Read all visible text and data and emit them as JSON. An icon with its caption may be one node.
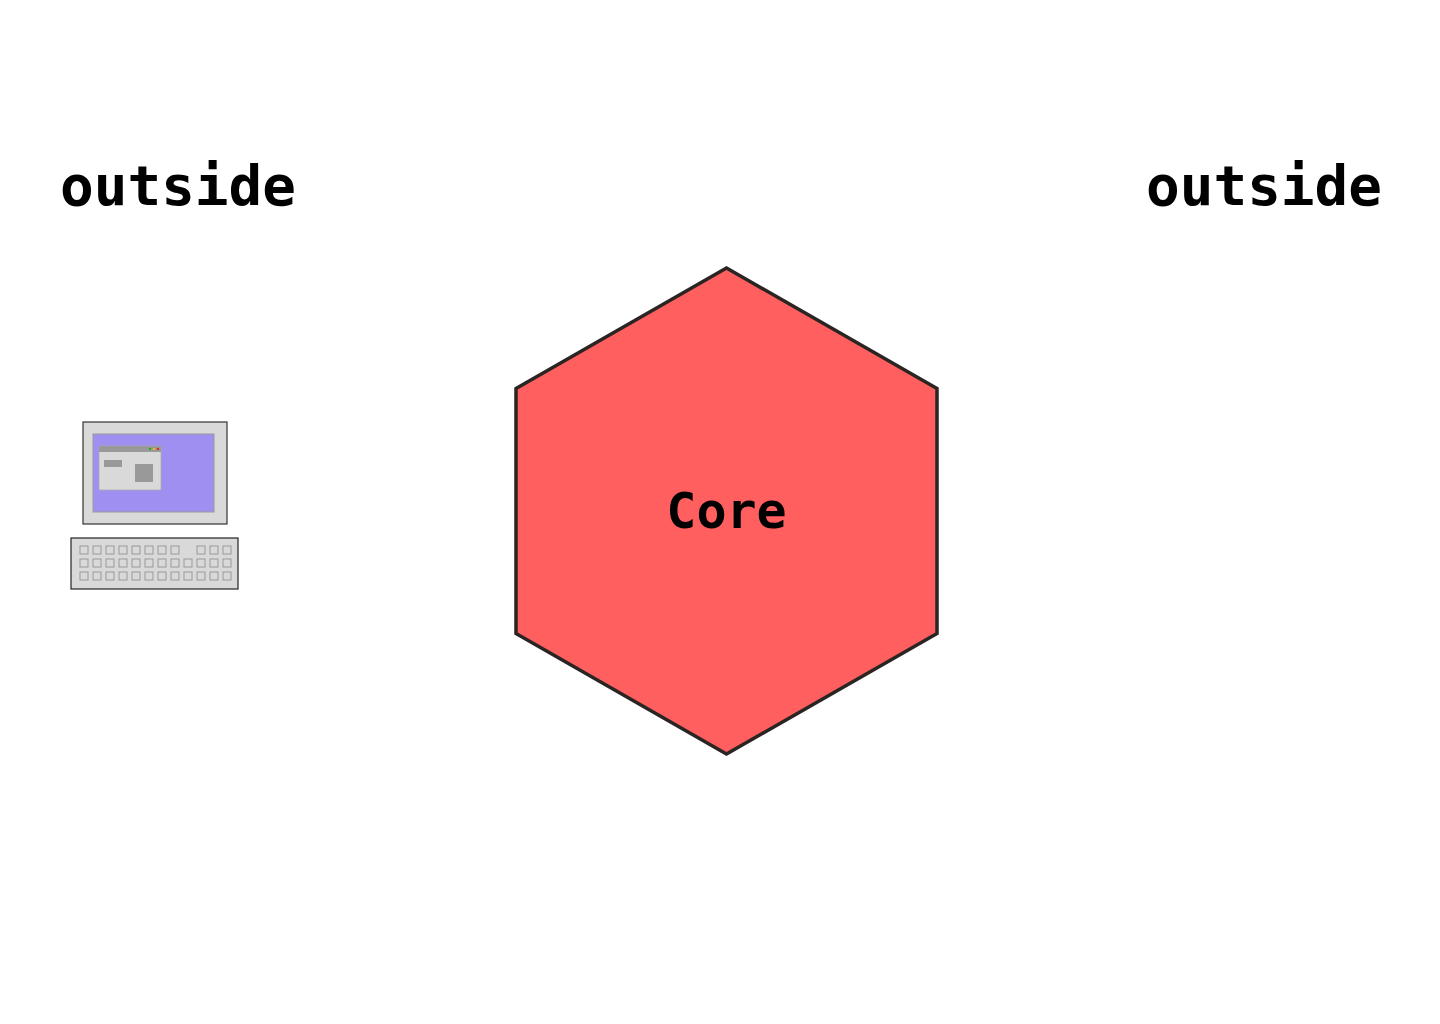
{
  "diagram": {
    "nodes": [
      {
        "text": [
          "Core"
        ]
      }
    ],
    "edges": [],
    "labels": [
      "outside",
      "outside"
    ]
  }
}
